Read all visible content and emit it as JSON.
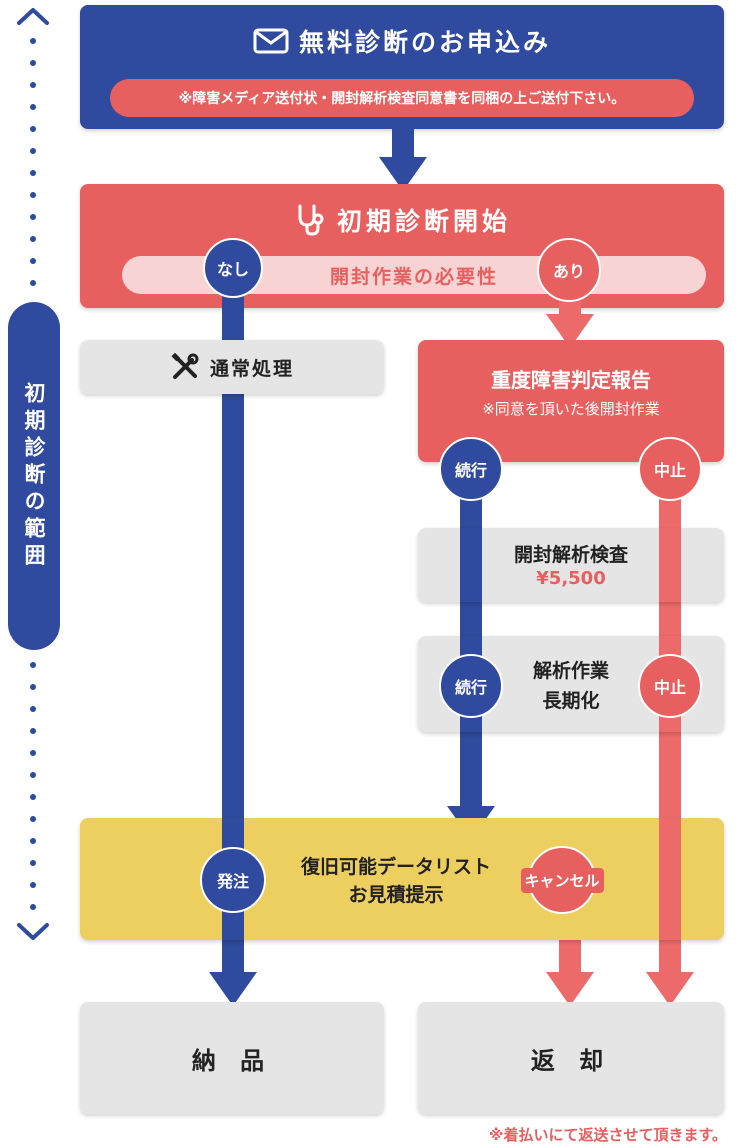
{
  "scope": {
    "label": "初期診断の範囲"
  },
  "step_apply": {
    "title": "無料診断のお申込み",
    "note": "※障害メディア送付状・開封解析検査同意書を同梱の上ご送付下さい。"
  },
  "step_initial": {
    "title": "初期診断開始",
    "necessity": "開封作業の必要性",
    "badge_no": "なし",
    "badge_yes": "あり"
  },
  "normal": {
    "label": "通常処理"
  },
  "severe": {
    "title": "重度障害判定報告",
    "note": "※同意を頂いた後開封作業"
  },
  "badges": {
    "continue": "続行",
    "stop": "中止",
    "order": "発注",
    "cancel": "キャンセル"
  },
  "inspection": {
    "title": "開封解析検査",
    "price": "¥5,500"
  },
  "long_analysis": {
    "line1": "解析作業",
    "line2": "長期化"
  },
  "estimate": {
    "line1": "復旧可能データリスト",
    "line2": "お見積提示"
  },
  "delivery": {
    "label": "納 品"
  },
  "return_box": {
    "label": "返 却",
    "note": "※着払いにて返送させて頂きます。"
  },
  "colors": {
    "navy": "#2f4a9e",
    "red": "#e85f5f",
    "yellow": "#eccf5f",
    "gray": "#e5e5e5"
  },
  "icons": [
    "envelope-icon",
    "stethoscope-icon",
    "tools-icon",
    "chevron-up-icon",
    "chevron-down-icon"
  ]
}
